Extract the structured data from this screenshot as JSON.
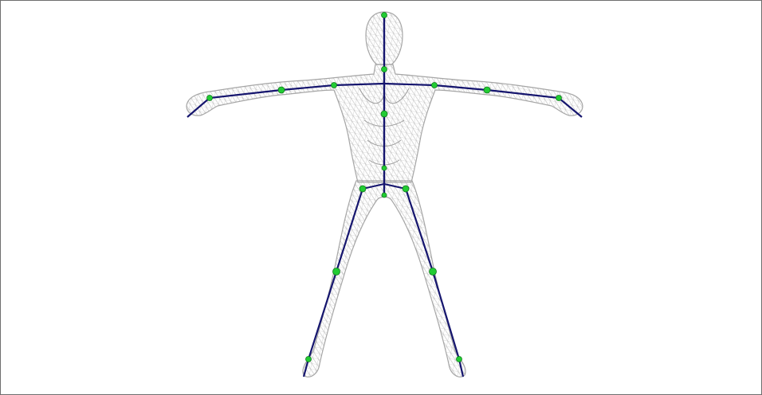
{
  "viewport": {
    "background_color": "#ffffff",
    "border_color": "#6e6e6e"
  },
  "scene": {
    "subject": "humanoid-wireframe-mesh-with-skeleton-rig",
    "pose": "T-pose",
    "mesh_color": "#b3b3b3",
    "mesh_fill": "#e6e6e6",
    "bone_color": "#15156e",
    "joint_color": "#22cc33",
    "joints": [
      "head-top",
      "neck",
      "spine-upper",
      "spine-mid",
      "pelvis",
      "left-clavicle",
      "left-shoulder",
      "left-elbow",
      "left-wrist",
      "left-hand-tip",
      "right-clavicle",
      "right-shoulder",
      "right-elbow",
      "right-wrist",
      "right-hand-tip",
      "left-hip",
      "left-knee",
      "left-ankle",
      "left-foot-tip",
      "right-hip",
      "right-knee",
      "right-ankle",
      "right-foot-tip"
    ]
  }
}
